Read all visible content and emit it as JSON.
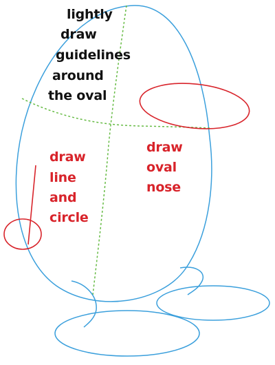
{
  "instructions": {
    "guidelines": [
      "lightly",
      "draw",
      "guidelines",
      "around",
      "the oval"
    ],
    "line_and_circle": [
      "draw",
      "line",
      "and",
      "circle"
    ],
    "oval_nose": [
      "draw",
      "oval",
      "nose"
    ]
  },
  "colors": {
    "outline": "#3a9fdc",
    "guide": "#66bb44",
    "highlight": "#d8232a",
    "text": "#111111"
  }
}
